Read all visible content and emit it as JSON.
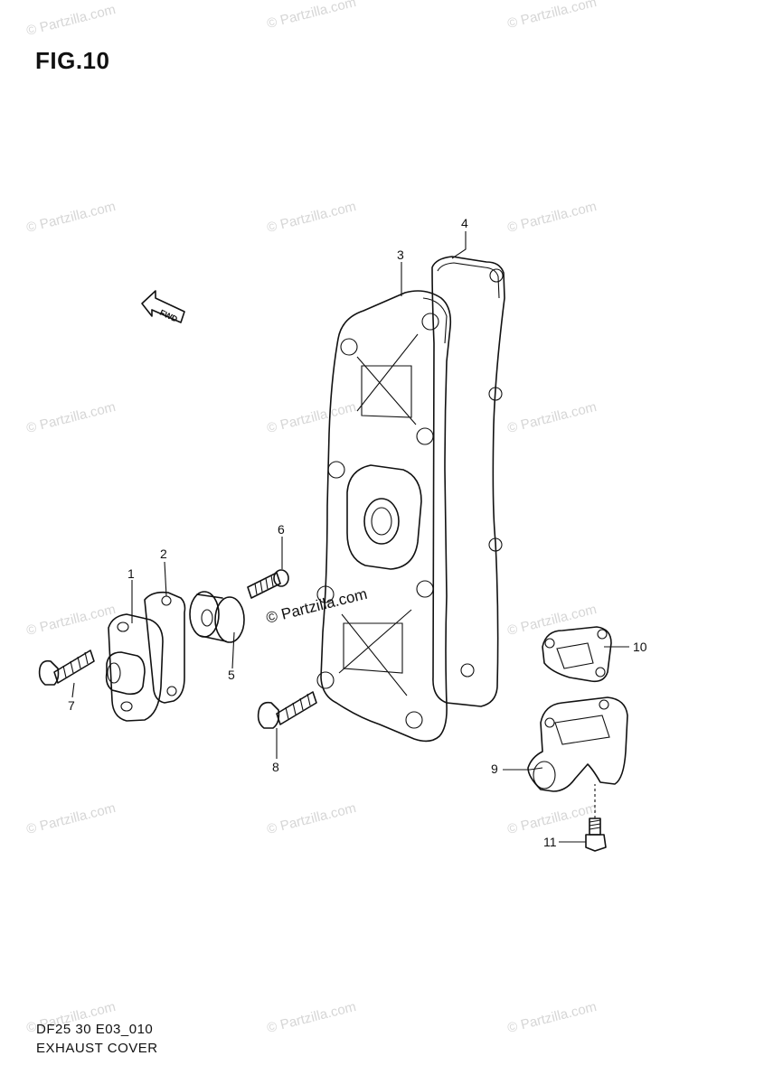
{
  "figure": {
    "title": "FIG.10"
  },
  "footer": {
    "code": "DF25 30 E03_010",
    "name": "EXHAUST COVER"
  },
  "watermark": {
    "text": "© Partzilla.com",
    "center_text": "© Partzilla.com"
  },
  "fwd_label": "FWD",
  "callouts": [
    {
      "id": "c1",
      "label": "1"
    },
    {
      "id": "c2",
      "label": "2"
    },
    {
      "id": "c3",
      "label": "3"
    },
    {
      "id": "c4",
      "label": "4"
    },
    {
      "id": "c5",
      "label": "5"
    },
    {
      "id": "c6",
      "label": "6"
    },
    {
      "id": "c7",
      "label": "7"
    },
    {
      "id": "c8",
      "label": "8"
    },
    {
      "id": "c9",
      "label": "9"
    },
    {
      "id": "c10",
      "label": "10"
    },
    {
      "id": "c11",
      "label": "11"
    }
  ]
}
